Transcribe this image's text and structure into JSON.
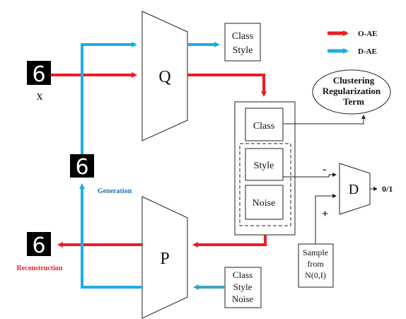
{
  "legend": {
    "items": [
      {
        "label": "O-AE",
        "color": "#ee1c25"
      },
      {
        "label": "D-AE",
        "color": "#1caee8"
      }
    ]
  },
  "colors": {
    "red": "#ee1c25",
    "blue": "#1caee8",
    "teal": "#3ea3c0",
    "stroke": "#222222"
  },
  "input_image": {
    "digit": "6",
    "caption": "x"
  },
  "generation_image": {
    "digit": "6",
    "caption": "Generation"
  },
  "reconstruction_image": {
    "digit": "6",
    "caption": "Reconstruction"
  },
  "encoder": {
    "label": "Q"
  },
  "decoder": {
    "label": "P"
  },
  "discriminator": {
    "label": "D",
    "output": "0/1",
    "minus_sign": "-",
    "plus_sign": "+"
  },
  "q_output_box": {
    "line1": "Class",
    "line2": "Style"
  },
  "p_input_box": {
    "line1": "Class",
    "line2": "Style",
    "line3": "Noise"
  },
  "latent": {
    "class": "Class",
    "style": "Style",
    "noise": "Noise"
  },
  "clustering": {
    "line1": "Clustering",
    "line2": "Regularization",
    "line3": "Term"
  },
  "sample": {
    "line1": "Sample",
    "line2": "from",
    "line3": "N(0,I)"
  }
}
